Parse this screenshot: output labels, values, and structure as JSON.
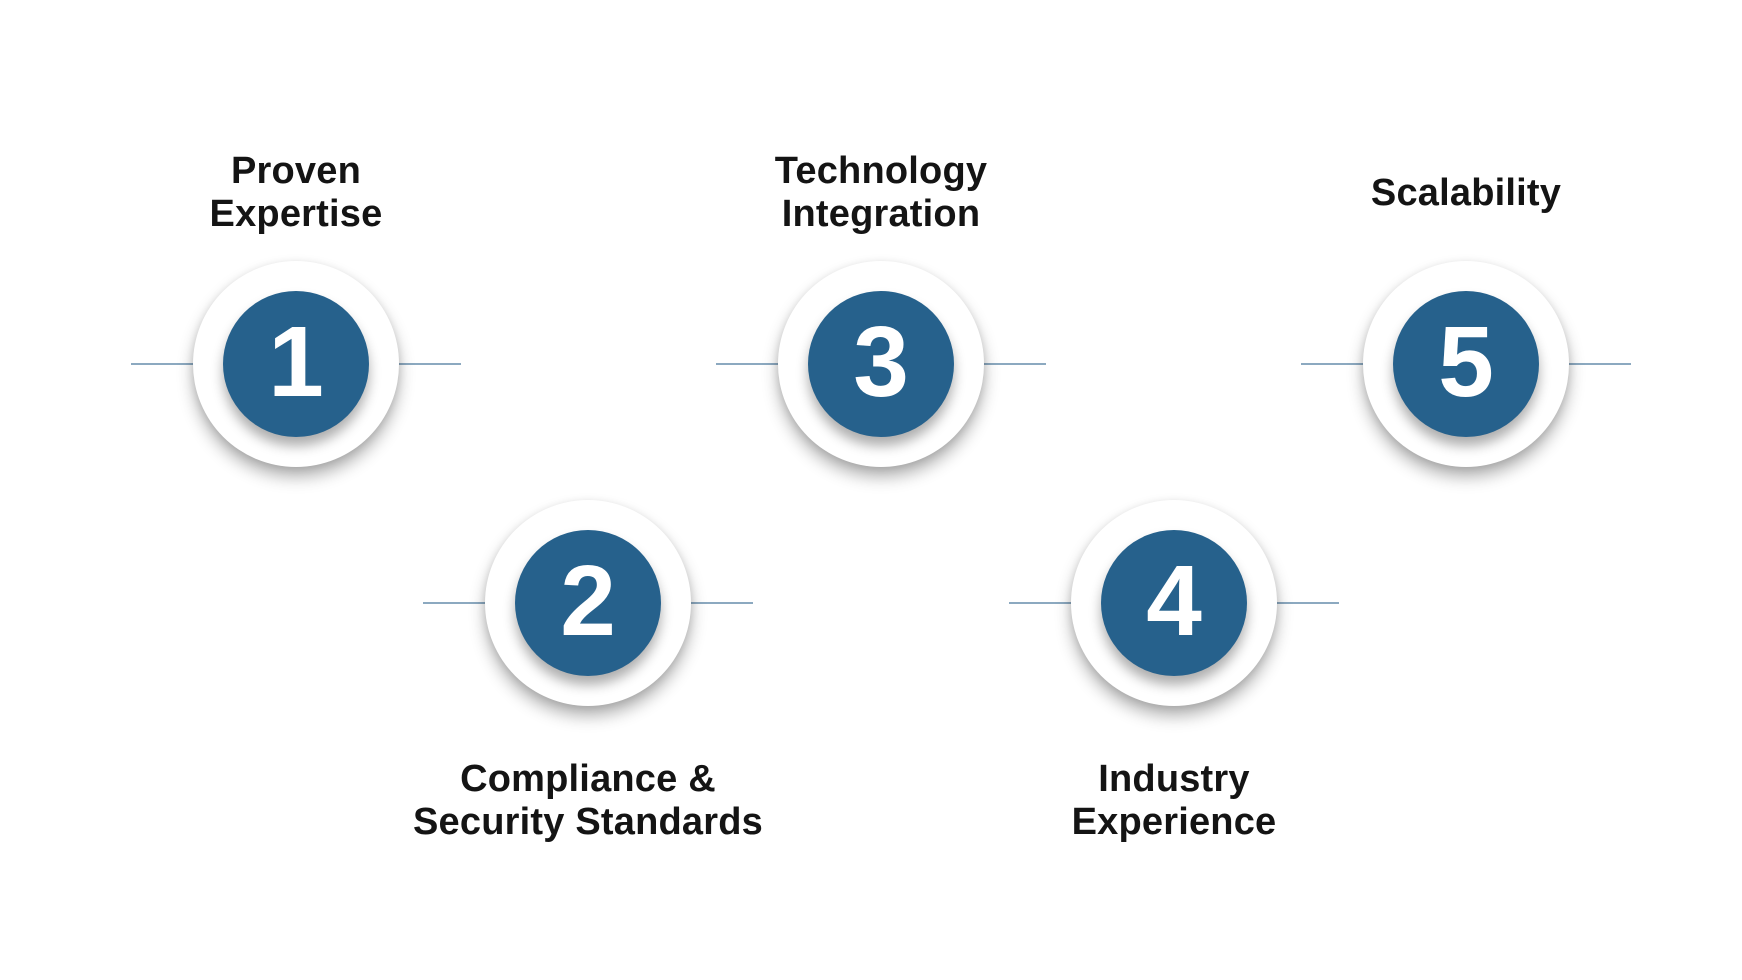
{
  "diagram": {
    "title": "",
    "type": "numbered-process-steps",
    "accent_color": "#26618C",
    "connector_color": "#8CA9C0",
    "label_color": "#141414",
    "number_color": "#FFFFFF",
    "background_color": "#FFFFFF"
  },
  "items": [
    {
      "number": "1",
      "label": "Proven\nExpertise"
    },
    {
      "number": "2",
      "label": "Compliance &\nSecurity Standards"
    },
    {
      "number": "3",
      "label": "Technology\nIntegration"
    },
    {
      "number": "4",
      "label": "Industry\nExperience"
    },
    {
      "number": "5",
      "label": "Scalability"
    }
  ]
}
